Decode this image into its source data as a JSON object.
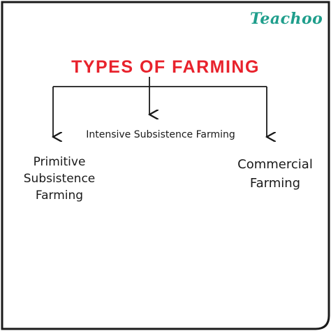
{
  "brand": {
    "logo_text": "Teachoo",
    "logo_color": "#1f9e8c"
  },
  "diagram": {
    "title": "TYPES OF FARMING",
    "title_color": "#e8222c",
    "branches": [
      {
        "id": "left",
        "label": "Primitive Subsistence Farming"
      },
      {
        "id": "middle",
        "label": "Intensive Subsistence Farming"
      },
      {
        "id": "right",
        "label": "Commercial Farming"
      }
    ],
    "border_color": "#1a1a1a"
  }
}
